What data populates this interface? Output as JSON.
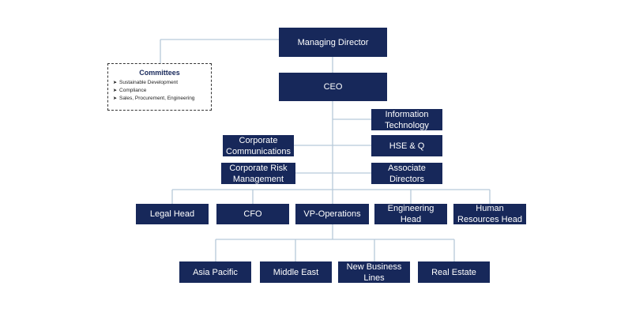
{
  "nodes": {
    "managing_director": "Managing Director",
    "ceo": "CEO",
    "information_technology": "Information Technology",
    "hse_q": "HSE & Q",
    "corporate_communications": "Corporate Communications",
    "corporate_risk_management": "Corporate Risk Management",
    "associate_directors": "Associate Directors",
    "legal_head": "Legal Head",
    "cfo": "CFO",
    "vp_operations": "VP-Operations",
    "engineering_head": "Engineering Head",
    "hr_head": "Human Resources Head",
    "asia_pacific": "Asia Pacific",
    "middle_east": "Middle East",
    "new_business_lines": "New Business Lines",
    "real_estate": "Real Estate"
  },
  "committees": {
    "title": "Committees",
    "items": [
      "Sustainable Development",
      "Compliance",
      "Sales, Procurement, Engineering"
    ]
  },
  "colors": {
    "box": "#17285a",
    "connector": "#b7c9d9",
    "text": "#ffffff"
  }
}
